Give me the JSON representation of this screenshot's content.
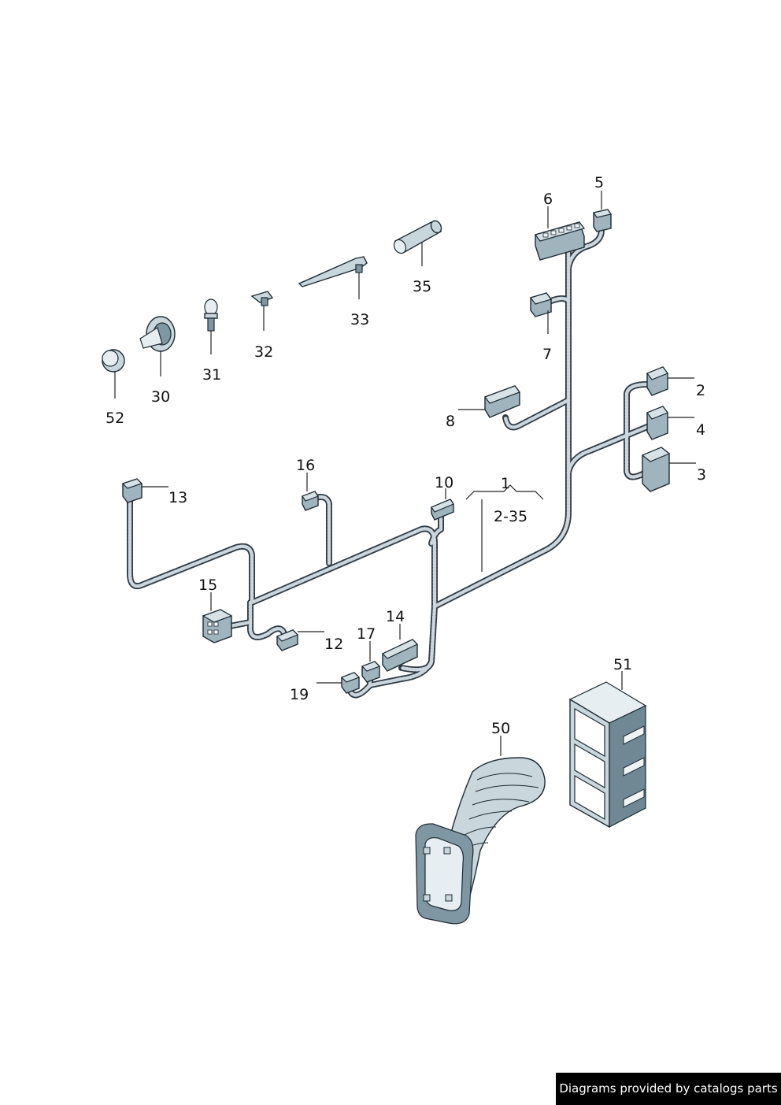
{
  "labels": {
    "p1": "1",
    "p2_35": "2-35",
    "p2": "2",
    "p3": "3",
    "p4": "4",
    "p5": "5",
    "p6": "6",
    "p7": "7",
    "p8": "8",
    "p10": "10",
    "p12": "12",
    "p13": "13",
    "p14": "14",
    "p15": "15",
    "p16": "16",
    "p17": "17",
    "p19": "19",
    "p30": "30",
    "p31": "31",
    "p32": "32",
    "p33": "33",
    "p35": "35",
    "p50": "50",
    "p51": "51",
    "p52": "52"
  },
  "footer": {
    "credit": "Diagrams provided by catalogs parts"
  },
  "colors": {
    "line_art": "#1d2a33",
    "part_fill": "#9fb4bd",
    "background": "#ffffff",
    "footer_bg": "#000000"
  }
}
